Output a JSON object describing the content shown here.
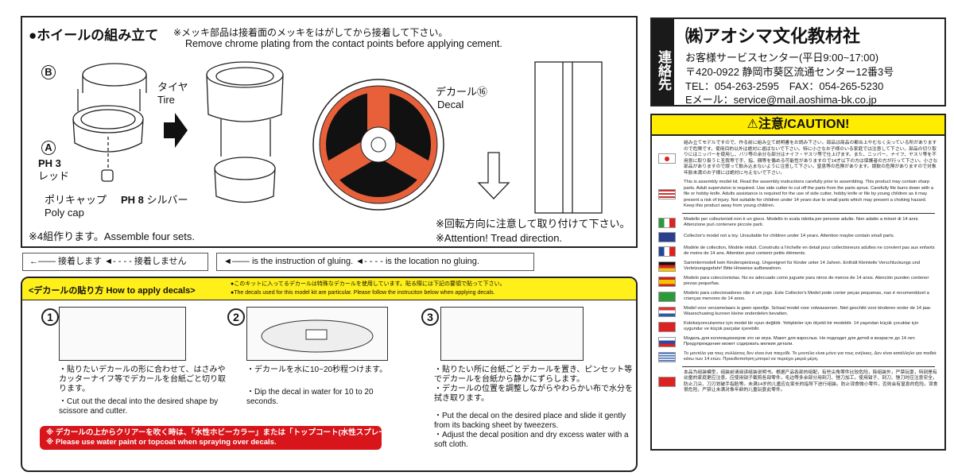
{
  "assembly": {
    "title": "●ホイールの組み立て",
    "note_jp": "※メッキ部品は接着面のメッキをはがしてから接着して下さい。",
    "note_en": "Remove chrome plating from the contact points before applying cement.",
    "part_b": "B",
    "part_a": "A",
    "paint_a": "PH 3",
    "paint_a_color": "レッド",
    "polycap_jp": "ポリキャップ",
    "polycap_en": "Poly cap",
    "paint_b": "PH 8",
    "paint_b_color": "シルバー",
    "tire_jp": "タイヤ",
    "tire_en": "Tire",
    "decal_jp": "デカール⑯",
    "decal_en": "Decal",
    "sets": "※4組作ります。Assemble four sets.",
    "direction_jp": "※回転方向に注意して取り付けて下さい。",
    "direction_en": "※Attention! Tread direction.",
    "wheel_color": "#e8603a"
  },
  "legend": {
    "jp": "←—— 接着します ◄- - - - 接着しません",
    "en": "◄—— is the instruction of gluing. ◄- - - -  is the location no gluing."
  },
  "decals": {
    "title": "<デカールの貼り方 How to apply decals>",
    "intro_jp": "●このキットに入ってるデカールは特殊なデカールを使用しています。貼る際には下記の要領で貼って下さい。",
    "intro_en": "●The decals used for this model kit are particular. Please follow the instruciton below when applying decals.",
    "steps": [
      {
        "num": "1",
        "jp": "・貼りたいデカールの形に合わせて、はさみやカッターナイフ等でデカールを台紙ごと切り取ります。",
        "en": "・Cut out the decal into the desired shape by scissore and cutter."
      },
      {
        "num": "2",
        "jp": "・デカールを水に10~20秒程つけます。",
        "en": "・Dip the decal in water for 10 to 20 seconds."
      },
      {
        "num": "3",
        "jp": "・貼りたい所に台紙ごとデカールを置き、ピンセット等でデカールを台紙から静かにずらします。\n・デカールの位置を調整しながらやわらかい布で水分を拭き取ります。",
        "en": "・Put the decal on the desired place and slide it gently from its backing sheet by tweezers.\n・Adjust the decal position and dry excess water with a soft cloth."
      }
    ],
    "warn_jp": "※ デカールの上からクリアーを吹く時は、「水性ホビーカラー」または「トップコート(水性スプレー)」をご使用下さい。",
    "warn_en": "※ Please use water paint or topcoat when spraying over decals."
  },
  "contact": {
    "side": "連絡先",
    "company": "㈱アオシマ文化教材社",
    "service": "お客様サービスセンター(平日9:00~17:00)",
    "address": "〒420-0922 静岡市葵区流通センター12番3号",
    "phone": "TEL：054-263-2595　FAX：054-265-5230",
    "email": "Eメール：service@mail.aoshima-bk.co.jp"
  },
  "caution": {
    "title": "⚠注意/CAUTION!",
    "rows": [
      {
        "flag": "japan",
        "text": "組み立てモデルですので、作る前に組み立て説明書をお読み下さい。部品は商品の都合上やむなく尖っている所がありますので危険です。使用目的以外は絶対に遊ばないで下さい。特に小さなお子様のいる家庭では注意して下さい。部品の切り取りにはニッパーを使用し、バリ等の余分な部分はナイフ・ヤスリ等で仕上げます。また、ニッパー、ナイフ、ヤスリ等を不用意に取り扱うと丑我等で手、指、顔等を傷める可能性がありますので14才以下の方は保護者の方が行って下さい。小さな部品がありますので誤って飲み込まないように注意して下さい。窒息等の危険があります。誤飲の危険がありますので対象年齢未満のお子様には絶対に与えないで下さい。"
      },
      {
        "flag": "usa",
        "text": "This is assembly model kit. Read the assembly instructions carefully prior to assembling. This product may contain sharp parts. Adult supervision is required. Use side cutter to cut off the parts from the parts sprue. Carefully file burrs down with a file or hobby knife. Adults assistance is required for the use of side cutter, hobby knife or file by young children as it may present a risk of injury. Not suitable for children under 14 years due to small parts which may present a choking hazard. Keep this product away from young children."
      },
      {
        "flag": "italy",
        "text": "Modello per collezionisti non è un gioco. Modello in scala ridotta per persone adulte. Non adatto a minori di 14 anni. Attenzione può contenere piccole parti."
      },
      {
        "flag": "uk",
        "text": "Collector's model not a toy. Unsuitable for children under 14 years. Attention maybe contain small parts."
      },
      {
        "flag": "france",
        "text": "Modèle de collection, Modèle réduit. Construits a l'échelle en detail pour collectioneurs adultes ne convient pas aux enfants de moins de 14 ans. Attention peut contenir petits éléments."
      },
      {
        "flag": "germany",
        "text": "Sammlermodell kein Kinderspielzeug. Ungeeignet für Kinder unter 14 Jahren. Enthält Kleinteile Verschluckungs und Verletzungsgefahr! Bitte Hinweise aufbewahren."
      },
      {
        "flag": "spain",
        "text": "Modelo para coleccionistas. No es adecuado como juguete para ninos de menos de 14 anos. Atención pueden contener piezas pequeñas."
      },
      {
        "flag": "brazil",
        "text": "Modelo para colecionadores não é um jogo. Este Collector's Model pode conter peças pequenas, nao é recomendável a crianças menores de 14 anos."
      },
      {
        "flag": "netherlands",
        "text": "Model voor verzamelaars is geen speeltje. Schaal model voor volwassenen. Niet geschikt voor kinderen onder de 14 jaar. Waarschuwing kunnen kleine onderdelen bevatten."
      },
      {
        "flag": "turkey",
        "text": "Koleksiyoncularımız için model bir oyun değildir. Yetişkinler için ölçekli bir modeldir. 14 yaşından küçük çocuklar için uygundur ve küçük parçalar içerebilir."
      },
      {
        "flag": "russia",
        "text": "Модель для коллекционеров это не игра. Макет для взрослых. Не подходит для детей в возрасте до 14 лет. Предупреждение может содержать мелкие детали."
      },
      {
        "flag": "greece",
        "text": "Το μοντέλο για τους συλλέκτες δεν είναι ένα παιχνίδι. Το μοντέλο είναι μόνο για τους ενήλικες. Δεν είναι κατάλληλο για παιδιά κάτω των 14 ετών. Προειδοποίηση μπορεί να περιέχει μικρά μέρη."
      },
      {
        "flag": "china",
        "text": "本品为组装模型，组装前请阅读组装说明书。根据产品各部的组配，有些尖角零件比较危险，除组装外，严禁玩耍，特别是有幼童的家庭更应注意。应使用钳子截剪各部零件，毛边等多余部分用刻刀、锉刀加工。使用钳子、刻刀、锉刀时应注意安全，防止刀尖、刀刃划破手指脸等。未满14岁的儿童应在家长的指导下进行组装。防止误食微小零件，否则会有窒息的危险。误食很危险，严禁让未满对象年龄的儿童玩耍此零件。"
      }
    ]
  }
}
